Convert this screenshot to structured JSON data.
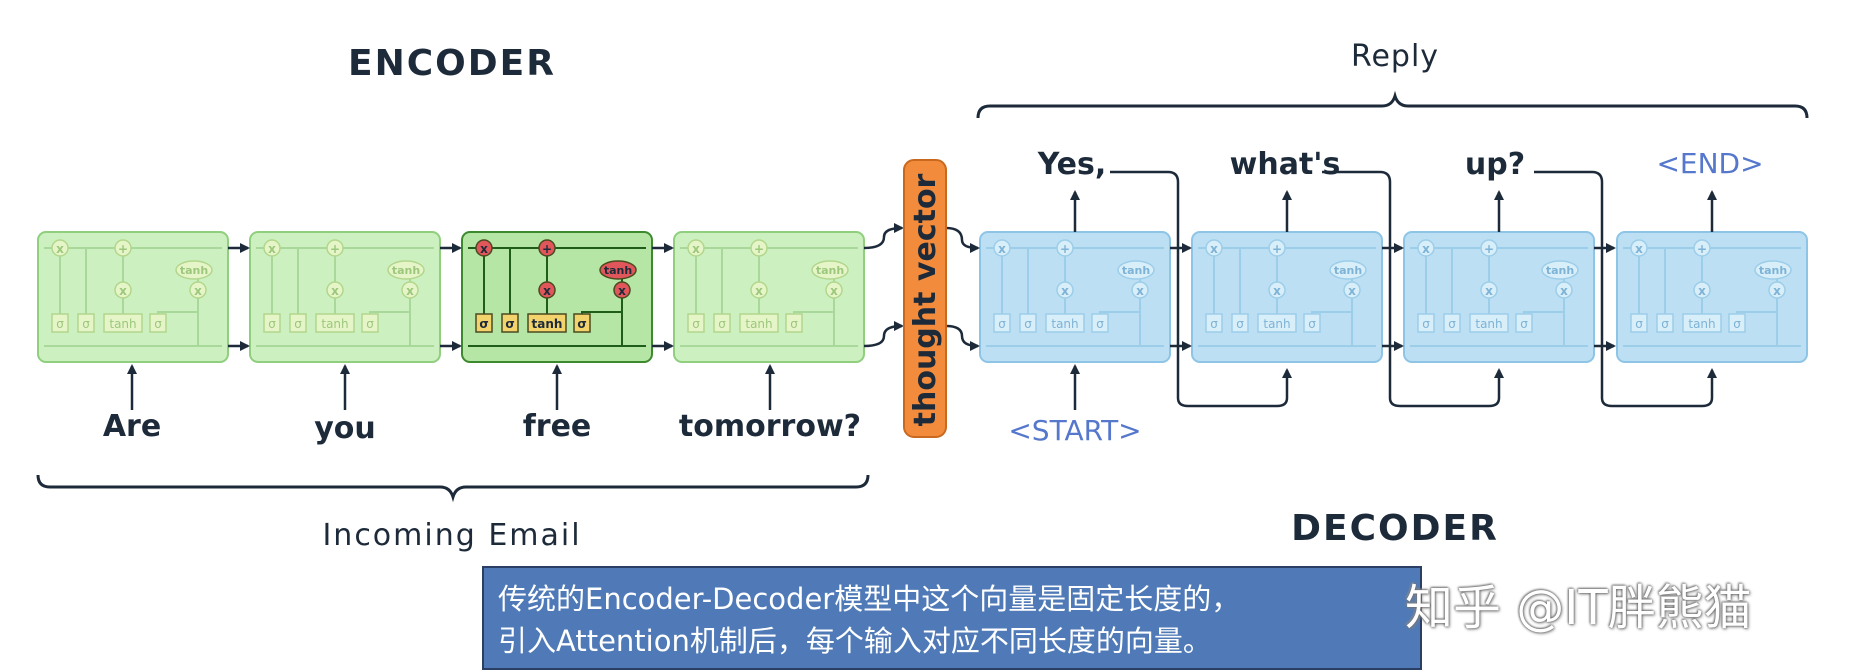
{
  "encoder": {
    "title": "ENCODER",
    "inputs": [
      "Are",
      "you",
      "free",
      "tomorrow?"
    ],
    "group_label": "Incoming Email"
  },
  "thought_vector": {
    "label": "thought vector"
  },
  "decoder": {
    "title": "DECODER",
    "group_label": "Reply",
    "outputs": [
      "Yes,",
      "what's",
      "up?",
      "<END>"
    ],
    "start_token": "<START>"
  },
  "cell_gates": {
    "multiply": "x",
    "add": "+",
    "sigma": "σ",
    "tanh": "tanh"
  },
  "caption": {
    "line1": "传统的Encoder-Decoder模型中这个向量是固定长度的，",
    "line2": "引入Attention机制后，每个输入对应不同长度的向量。"
  },
  "watermark": "知乎 @IT胖熊猫",
  "colors": {
    "encoder_cell": "#ccf0c0",
    "encoder_active_cell": "#b6e6a5",
    "decoder_cell": "#bcdff3",
    "thought_vector": "#f28c3c",
    "caption_bg": "#4f7ab7"
  }
}
